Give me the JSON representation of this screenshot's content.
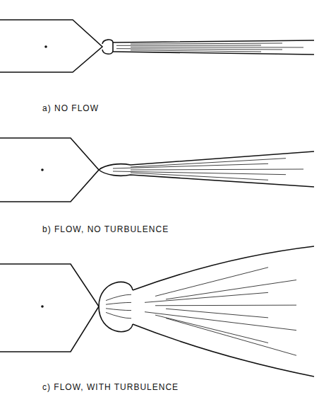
{
  "diagram": {
    "labels": [
      "a) NO FLOW",
      "b) FLOW, NO TURBULENCE",
      "c) FLOW, WITH TURBULENCE"
    ]
  }
}
